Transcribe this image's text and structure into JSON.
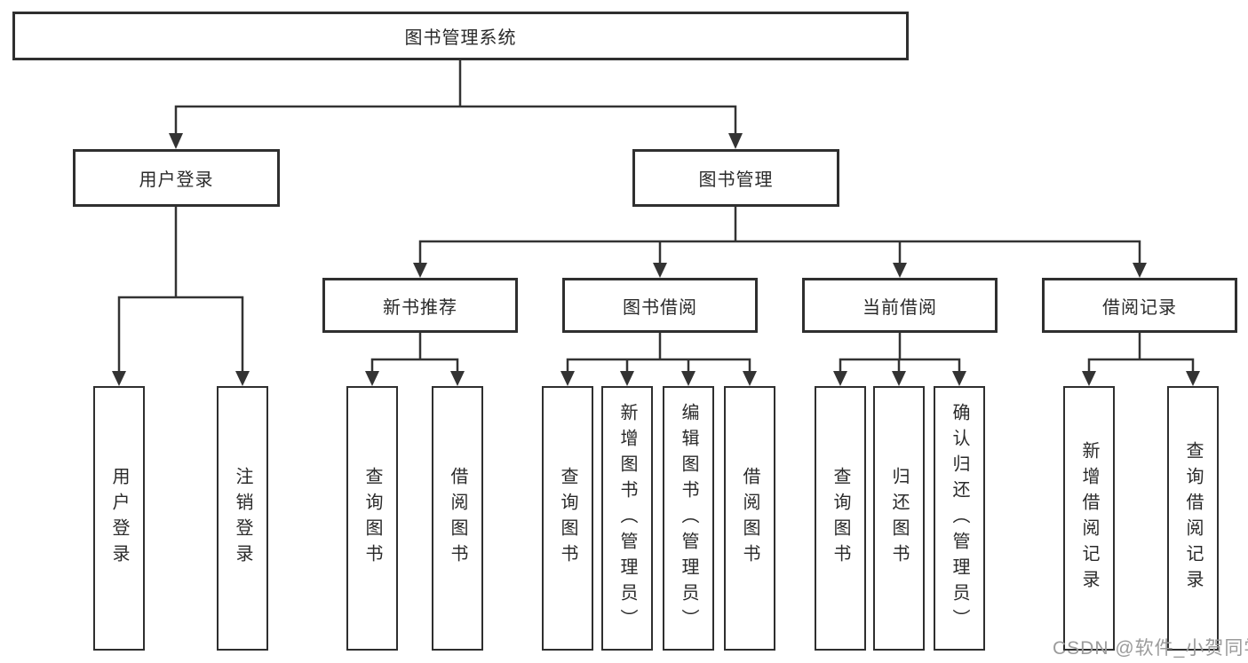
{
  "nodes": {
    "root": {
      "label": "图书管理系统"
    },
    "level2": {
      "user_login": {
        "label": "用户登录"
      },
      "book_management": {
        "label": "图书管理"
      }
    },
    "level3": {
      "new_book_recommend": {
        "label": "新书推荐"
      },
      "book_borrowing": {
        "label": "图书借阅"
      },
      "current_borrowing": {
        "label": "当前借阅"
      },
      "borrowing_records": {
        "label": "借阅记录"
      }
    },
    "leaves": {
      "user_login_leaf": {
        "label": "用户登录"
      },
      "logout": {
        "label": "注销登录"
      },
      "query_books_recommend": {
        "label": "查询图书"
      },
      "borrow_books_recommend": {
        "label": "借阅图书"
      },
      "query_books_borrowing": {
        "label": "查询图书"
      },
      "add_books_admin": {
        "label": "新增图书（管理员）"
      },
      "edit_books_admin": {
        "label": "编辑图书（管理员）"
      },
      "borrow_books_borrowing": {
        "label": "借阅图书"
      },
      "query_books_current": {
        "label": "查询图书"
      },
      "return_books": {
        "label": "归还图书"
      },
      "confirm_return_admin": {
        "label": "确认归还（管理员）"
      },
      "add_borrow_record": {
        "label": "新增借阅记录"
      },
      "query_borrow_record": {
        "label": "查询借阅记录"
      }
    }
  },
  "watermark": {
    "text": "CSDN @软件_小贺同学"
  },
  "colors": {
    "line": "#333333",
    "box_border": "#2f2f2f",
    "text": "#2a2a2a",
    "watermark": "#9b9b9b",
    "background": "#ffffff"
  }
}
